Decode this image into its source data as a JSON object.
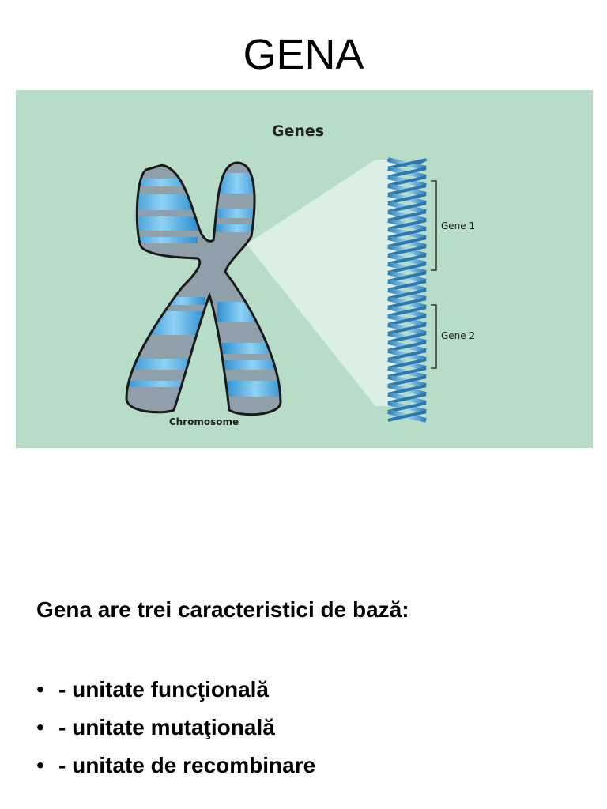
{
  "slide": {
    "title": "GENA"
  },
  "figure": {
    "title": "Genes",
    "chromosome_label": "Chromosome",
    "gene_labels": [
      "Gene 1",
      "Gene 2"
    ],
    "colors": {
      "background": "#b7dcc8",
      "chromosome_gray": "#8fa0ab",
      "band_blue": "#4aa7df",
      "dna_blue": "#4a9fcf",
      "beam": "#d9eee2"
    }
  },
  "text": {
    "heading": "Gena are trei caracteristici de bază:",
    "bullets": [
      "- unitate funcţională",
      "- unitate mutaţională",
      "- unitate de recombinare"
    ]
  }
}
